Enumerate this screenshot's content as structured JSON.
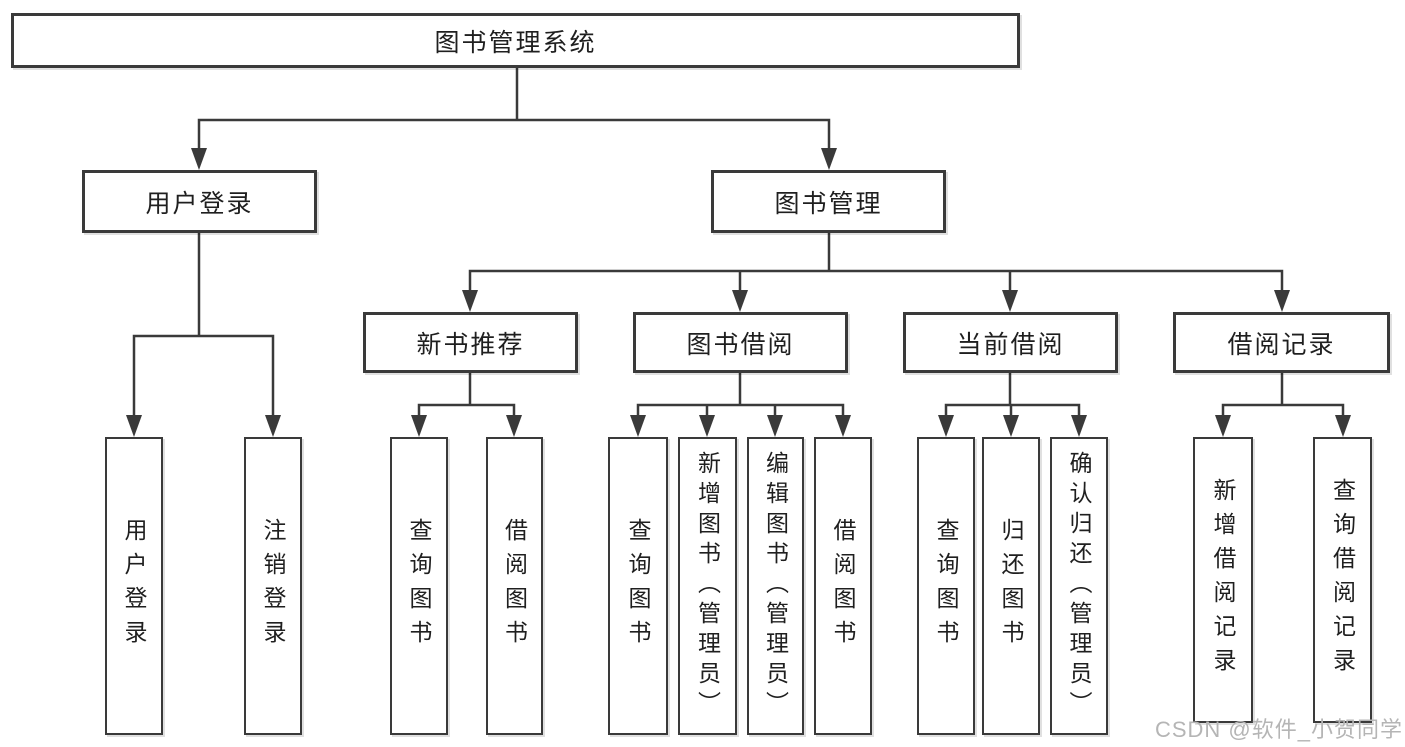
{
  "diagram": {
    "title_node": "图书管理系统",
    "root": {
      "label": "图书管理系统"
    },
    "branches": [
      {
        "label": "用户登录",
        "children": [
          {
            "label": "用户登录"
          },
          {
            "label": "注销登录"
          }
        ]
      },
      {
        "label": "图书管理",
        "children": [
          {
            "label": "新书推荐",
            "children": [
              {
                "label": "查询图书"
              },
              {
                "label": "借阅图书"
              }
            ]
          },
          {
            "label": "图书借阅",
            "children": [
              {
                "label": "查询图书"
              },
              {
                "label": "新增图书（管理员）"
              },
              {
                "label": "编辑图书（管理员）"
              },
              {
                "label": "借阅图书"
              }
            ]
          },
          {
            "label": "当前借阅",
            "children": [
              {
                "label": "查询图书"
              },
              {
                "label": "归还图书"
              },
              {
                "label": "确认归还（管理员）"
              }
            ]
          },
          {
            "label": "借阅记录",
            "children": [
              {
                "label": "新增借阅记录"
              },
              {
                "label": "查询借阅记录"
              }
            ]
          }
        ]
      }
    ],
    "watermark": "CSDN @软件_小贺同学",
    "colors": {
      "line": "#3a3a3a",
      "text": "#1f1f1f",
      "watermark": "#b5b5b5",
      "background": "#ffffff"
    }
  }
}
